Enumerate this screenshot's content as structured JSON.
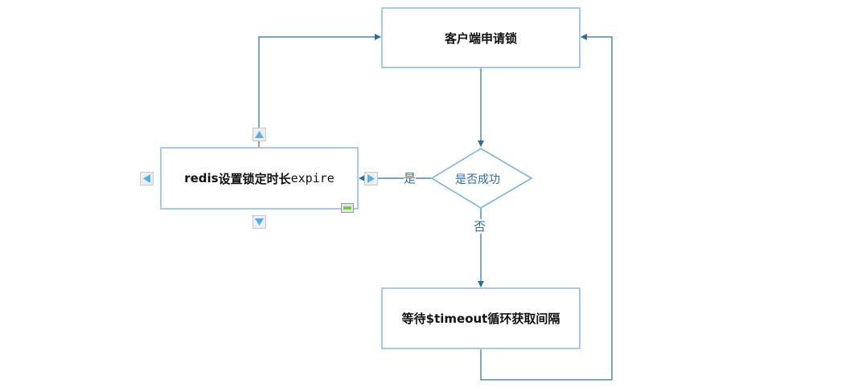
{
  "diagram": {
    "nodes": {
      "request": "客户端申请锁",
      "redis_prefix": "redis",
      "redis_mid": "设置锁定时长",
      "redis_suffix": "expire",
      "decision": "是否成功",
      "wait": "等待$timeout循环获取间隔"
    },
    "edge_labels": {
      "yes": "是",
      "no": "否"
    }
  },
  "colors": {
    "box_border": "#a9c8e8",
    "edge": "#2f6c9a",
    "diamond": "#7ab6d4",
    "handle_arrow": "#5aaee0",
    "resize_fill": "#7ac943"
  },
  "icons": {
    "handles": [
      "arrow-up-icon",
      "arrow-down-icon",
      "arrow-left-icon",
      "arrow-right-icon"
    ],
    "resize": "resize-handle-icon"
  }
}
